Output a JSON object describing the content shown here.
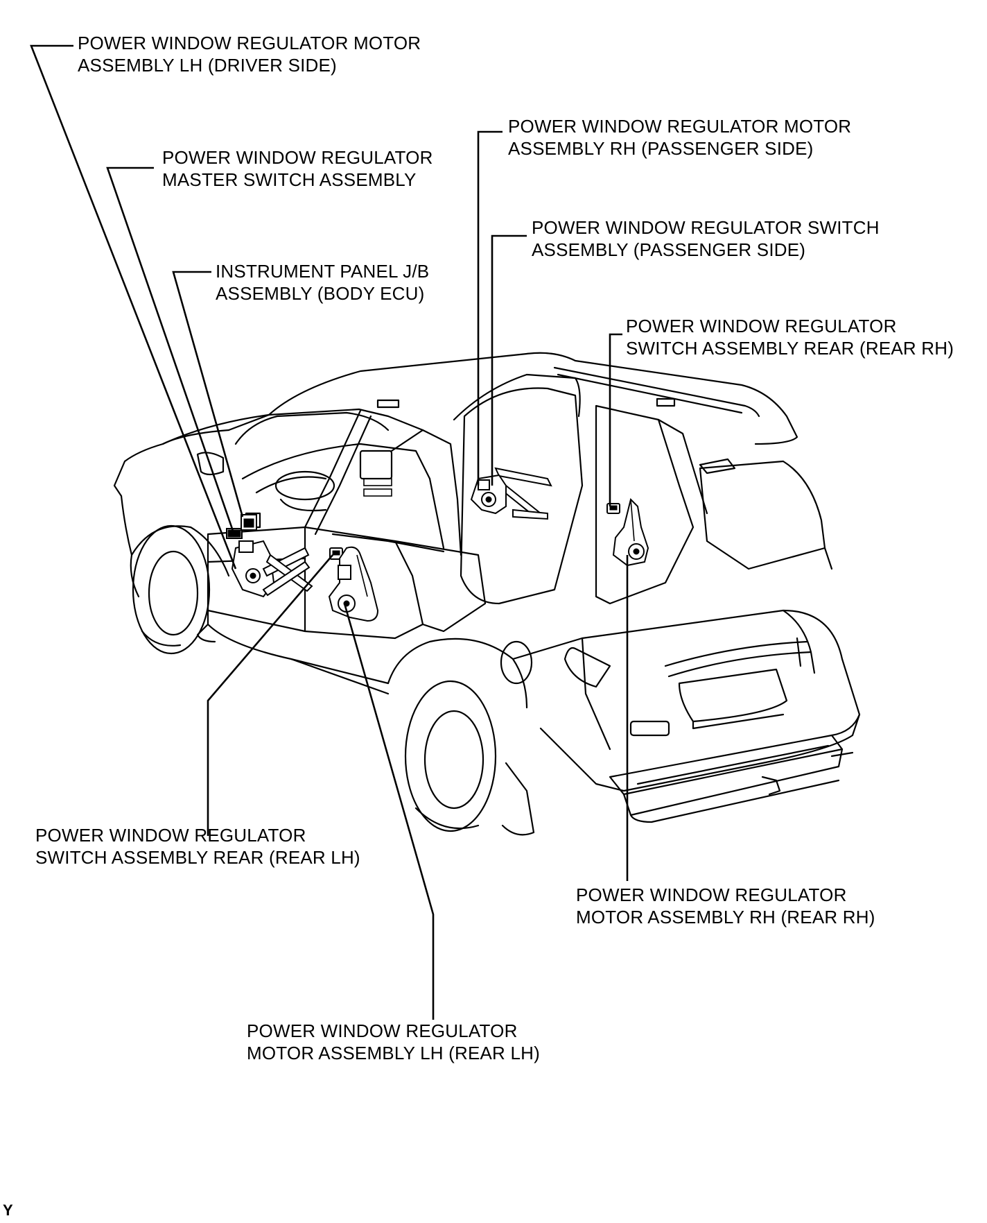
{
  "labels": [
    {
      "id": "motor-lh-driver",
      "lines": [
        "POWER WINDOW REGULATOR MOTOR",
        "ASSEMBLY LH (DRIVER SIDE)"
      ]
    },
    {
      "id": "master-switch",
      "lines": [
        "POWER WINDOW REGULATOR",
        "MASTER SWITCH ASSEMBLY"
      ]
    },
    {
      "id": "instrument-panel-jb",
      "lines": [
        "INSTRUMENT PANEL J/B",
        "ASSEMBLY (BODY ECU)"
      ]
    },
    {
      "id": "motor-rh-passenger",
      "lines": [
        "POWER WINDOW REGULATOR MOTOR",
        "ASSEMBLY RH (PASSENGER SIDE)"
      ]
    },
    {
      "id": "switch-passenger",
      "lines": [
        "POWER WINDOW REGULATOR SWITCH",
        "ASSEMBLY (PASSENGER SIDE)"
      ]
    },
    {
      "id": "switch-rear-rh",
      "lines": [
        "POWER WINDOW REGULATOR",
        "SWITCH ASSEMBLY REAR (REAR RH)"
      ]
    },
    {
      "id": "switch-rear-lh",
      "lines": [
        "POWER WINDOW REGULATOR",
        "SWITCH ASSEMBLY REAR (REAR LH)"
      ]
    },
    {
      "id": "motor-rh-rear",
      "lines": [
        "POWER WINDOW REGULATOR",
        "MOTOR ASSEMBLY RH (REAR RH)"
      ]
    },
    {
      "id": "motor-lh-rear",
      "lines": [
        "POWER WINDOW REGULATOR",
        "MOTOR ASSEMBLY LH (REAR LH)"
      ]
    }
  ],
  "corner_code": "Y"
}
